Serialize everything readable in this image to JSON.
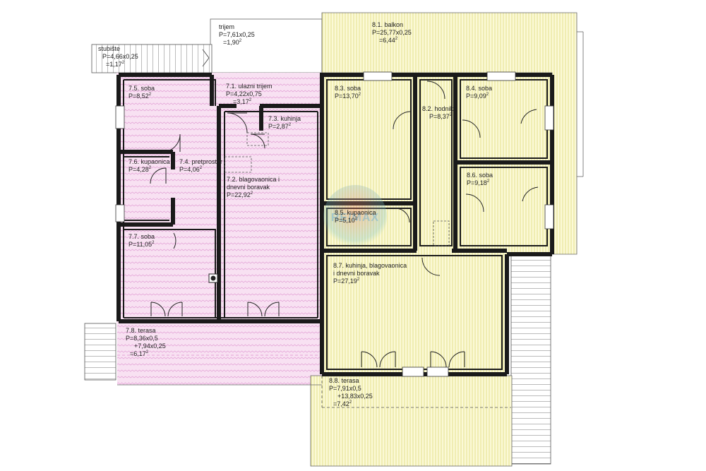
{
  "floor_plan": {
    "watermark": "RE/MAX",
    "apartment_7": {
      "fill_color": "#f6d6ee",
      "rooms": [
        {
          "id": "7.1",
          "name": "ulazni trijem",
          "lines": [
            "7.1. ulazni trijem",
            "P=4,22x0,75",
            "=3,17"
          ]
        },
        {
          "id": "7.2",
          "name": "blagovaonica i dnevni boravak",
          "lines": [
            "7.2. blagovaonica i",
            "dnevni boravak",
            "P=22,92"
          ]
        },
        {
          "id": "7.3",
          "name": "kuhinja",
          "lines": [
            "7.3. kuhinja",
            "P=2,87"
          ]
        },
        {
          "id": "7.4",
          "name": "pretprostor",
          "lines": [
            "7.4. pretprostor",
            "P=4,06"
          ]
        },
        {
          "id": "7.5",
          "name": "soba",
          "lines": [
            "7.5. soba",
            "P=8,52"
          ]
        },
        {
          "id": "7.6",
          "name": "kupaonica",
          "lines": [
            "7.6. kupaonica",
            "P=4,28"
          ]
        },
        {
          "id": "7.7",
          "name": "soba",
          "lines": [
            "7.7. soba",
            "P=11,05"
          ]
        },
        {
          "id": "7.8",
          "name": "terasa",
          "lines": [
            "7.8. terasa",
            "P=8,36x0,5",
            "+7,94x0,25",
            "=6,17"
          ]
        }
      ]
    },
    "apartment_8": {
      "fill_color": "#f8f6c8",
      "rooms": [
        {
          "id": "8.1",
          "name": "balkon",
          "lines": [
            "8.1. balkon",
            "P=25,77x0,25",
            "=6,44"
          ]
        },
        {
          "id": "8.2",
          "name": "hodnik",
          "lines": [
            "8.2. hodnik",
            "P=8,37"
          ]
        },
        {
          "id": "8.3",
          "name": "soba",
          "lines": [
            "8.3. soba",
            "P=13,70"
          ]
        },
        {
          "id": "8.4",
          "name": "soba",
          "lines": [
            "8.4. soba",
            "P=9,09"
          ]
        },
        {
          "id": "8.5",
          "name": "kupaonica",
          "lines": [
            "8.5. kupaonica",
            "P=5,10"
          ]
        },
        {
          "id": "8.6",
          "name": "soba",
          "lines": [
            "8.6. soba",
            "P=9,18"
          ]
        },
        {
          "id": "8.7",
          "name": "kuhinja, blagovaonica i dnevni boravak",
          "lines": [
            "8.7. kuhinja, blagovaonica",
            "i dnevni boravak",
            "P=27,19"
          ]
        },
        {
          "id": "8.8",
          "name": "terasa",
          "lines": [
            "8.8. terasa",
            "P=7,91x0,5",
            "+13,83x0,25",
            "=7,42"
          ]
        }
      ]
    },
    "common": [
      {
        "id": "trijem",
        "lines": [
          "trijem",
          "P=7,61x0,25",
          "=1,90"
        ]
      },
      {
        "id": "stubiste",
        "lines": [
          "stubište",
          "P=4,66x0,25",
          "=1,17"
        ]
      }
    ],
    "area_unit_sup": "2",
    "colors": {
      "wall": "#1a1a1a",
      "pink_hatch": "#e7a3d8",
      "yellow_hatch": "#dcd97a",
      "outline": "#555555"
    }
  }
}
